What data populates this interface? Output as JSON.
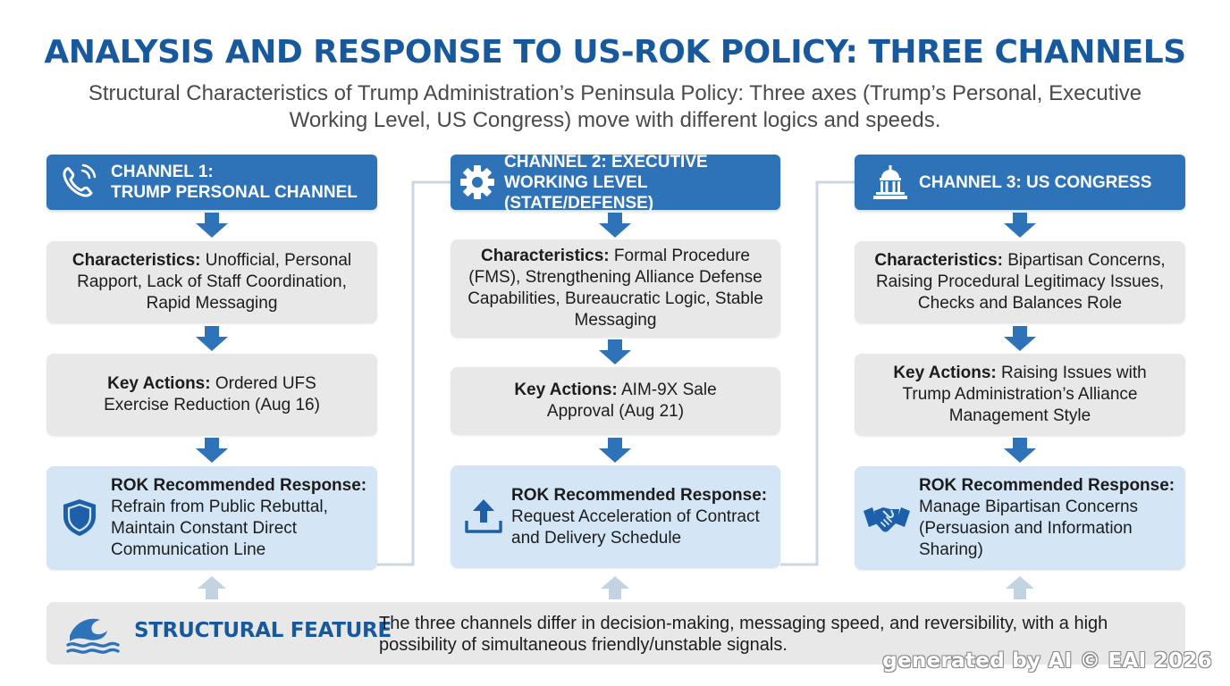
{
  "title": "ANALYSIS AND RESPONSE TO US-ROK POLICY: THREE CHANNELS",
  "subtitle": "Structural Characteristics of Trump Administration’s Peninsula Policy: Three axes (Trump’s Personal, Executive Working Level, US Congress) move with different logics and speeds.",
  "channels": [
    {
      "header": "CHANNEL 1:\nTRUMP PERSONAL CHANNEL",
      "icon": "phone-icon",
      "characteristics_label": "Characteristics:",
      "characteristics_text": " Unofficial, Personal Rapport, Lack of Staff Coordination, Rapid Messaging",
      "actions_label": "Key Actions:",
      "actions_text": " Ordered UFS Exercise Reduction (Aug 16)",
      "response_label": "ROK Recommended Response:",
      "response_text": "Refrain from Public Rebuttal, Maintain Constant Direct Communication Line",
      "response_icon": "shield-icon"
    },
    {
      "header": "CHANNEL 2: EXECUTIVE\nWORKING LEVEL (STATE/DEFENSE)",
      "icon": "gear-icon",
      "characteristics_label": "Characteristics:",
      "characteristics_text": " Formal Procedure (FMS), Strengthening Alliance Defense Capabilities, Bureaucratic Logic, Stable Messaging",
      "actions_label": "Key Actions:",
      "actions_text": " AIM-9X Sale Approval (Aug 21)",
      "response_label": "ROK Recommended Response:",
      "response_text": "Request Acceleration of Contract and Delivery Schedule",
      "response_icon": "upload-icon"
    },
    {
      "header": "CHANNEL 3: US CONGRESS",
      "icon": "capitol-icon",
      "characteristics_label": "Characteristics:",
      "characteristics_text": " Bipartisan Concerns, Raising Procedural Legitimacy Issues, Checks and Balances Role",
      "actions_label": "Key Actions:",
      "actions_text": " Raising Issues with Trump Administration’s Alliance Management Style",
      "response_label": "ROK Recommended Response:",
      "response_text": "Manage Bipartisan Concerns (Persuasion and Information Sharing)",
      "response_icon": "handshake-icon"
    }
  ],
  "footer": {
    "label": "STRUCTURAL FEATURE",
    "text": "The three channels differ in decision-making, messaging speed, and reversibility, with a high possibility of simultaneous friendly/unstable signals.",
    "icon": "wave-icon"
  },
  "watermark": "generated by AI © EAI 2026",
  "colors": {
    "title": "#17599c",
    "header_bg": "#2e72b8",
    "box_bg": "#e8e8e8",
    "response_bg": "#d4e6f5",
    "arrow": "#2e72b8",
    "up_arrow": "#c4d3e2"
  }
}
